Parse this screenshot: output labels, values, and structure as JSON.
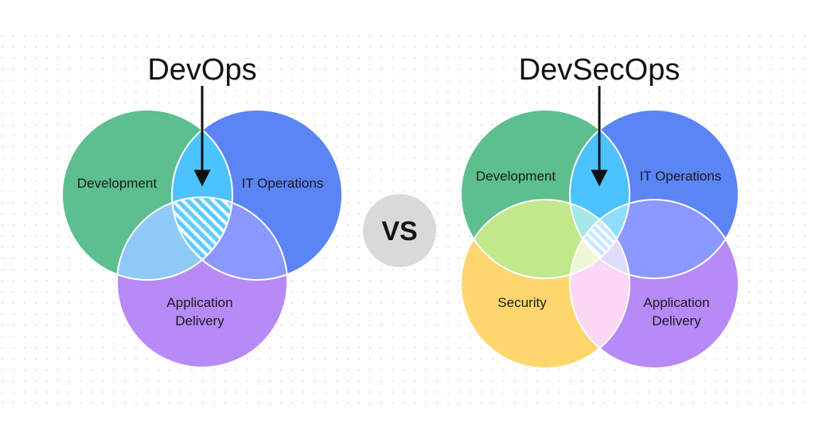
{
  "devops": {
    "title": "DevOps",
    "labels": {
      "development": "Development",
      "it_operations": "IT Operations",
      "application_delivery_line1": "Application",
      "application_delivery_line2": "Delivery"
    }
  },
  "vs": {
    "label": "VS"
  },
  "devsecops": {
    "title": "DevSecOps",
    "labels": {
      "development": "Development",
      "it_operations": "IT Operations",
      "security": "Security",
      "application_delivery_line1": "Application",
      "application_delivery_line2": "Delivery"
    }
  },
  "colors": {
    "development": "#5dbe8e",
    "it_operations": "#5b84f5",
    "application_delivery": "#b88af8",
    "security": "#ffd66e",
    "dev_itops_overlap": "#4cc2ff",
    "vs_circle": "#d9d9d9"
  }
}
